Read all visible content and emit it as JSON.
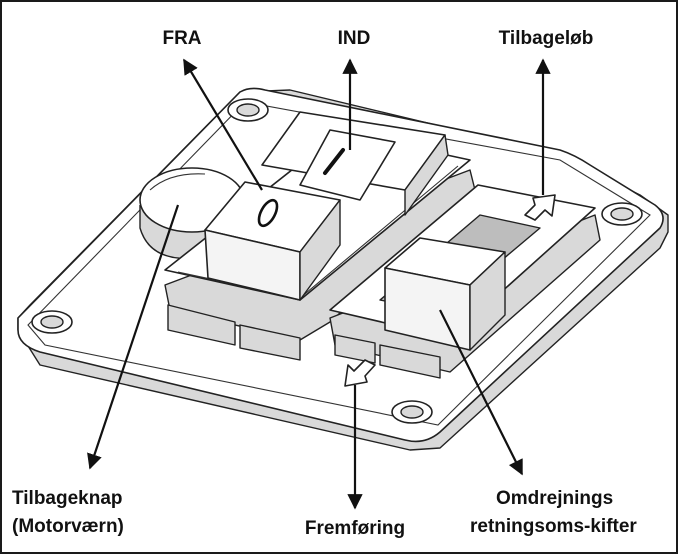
{
  "labels": {
    "off": "FRA",
    "on": "IND",
    "reverse": "Tilbageløb",
    "reset_line1": "Tilbageknap",
    "reset_line2": "(Motorværn)",
    "forward": "Fremføring",
    "direction_line1": "Omdrejnings",
    "direction_line2": "retningsoms-kifter"
  },
  "switch_markings": {
    "off_symbol": "0",
    "on_symbol": "I"
  }
}
